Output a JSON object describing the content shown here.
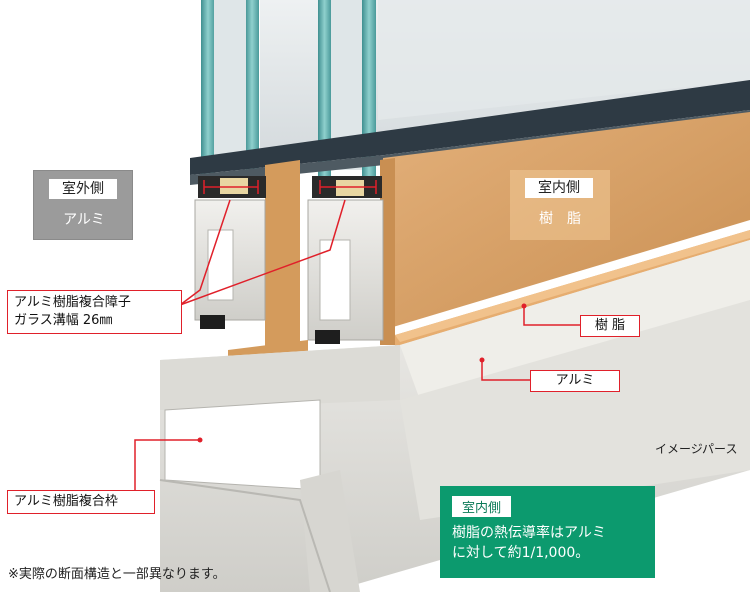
{
  "labels": {
    "outdoor_side": "室外側",
    "outdoor_material": "アルミ",
    "indoor_side": "室内側",
    "indoor_material": "樹　脂",
    "spacer_line1": "アルミ樹脂複合障子",
    "spacer_line2": "ガラス溝幅 26㎜",
    "frame_label": "アルミ樹脂複合枠",
    "resin_label": "樹 脂",
    "alum_label": "アルミ",
    "image_caption": "イメージパース",
    "note": "※実際の断面構造と一部異なります。"
  },
  "info_box": {
    "tag": "室内側",
    "line1": "樹脂の熱伝導率はアルミ",
    "line2": "に対して約1/1,000。"
  },
  "colors": {
    "wood": "#d9a46a",
    "wood_dark": "#b98449",
    "aluminum": "#e9e8e4",
    "aluminum_shadow": "#c9c8c3",
    "glass": "#5aa8a8",
    "red_line": "#e0202a",
    "info_green": "#0c9a6e",
    "outdoor_box": "#9b9b9b"
  }
}
